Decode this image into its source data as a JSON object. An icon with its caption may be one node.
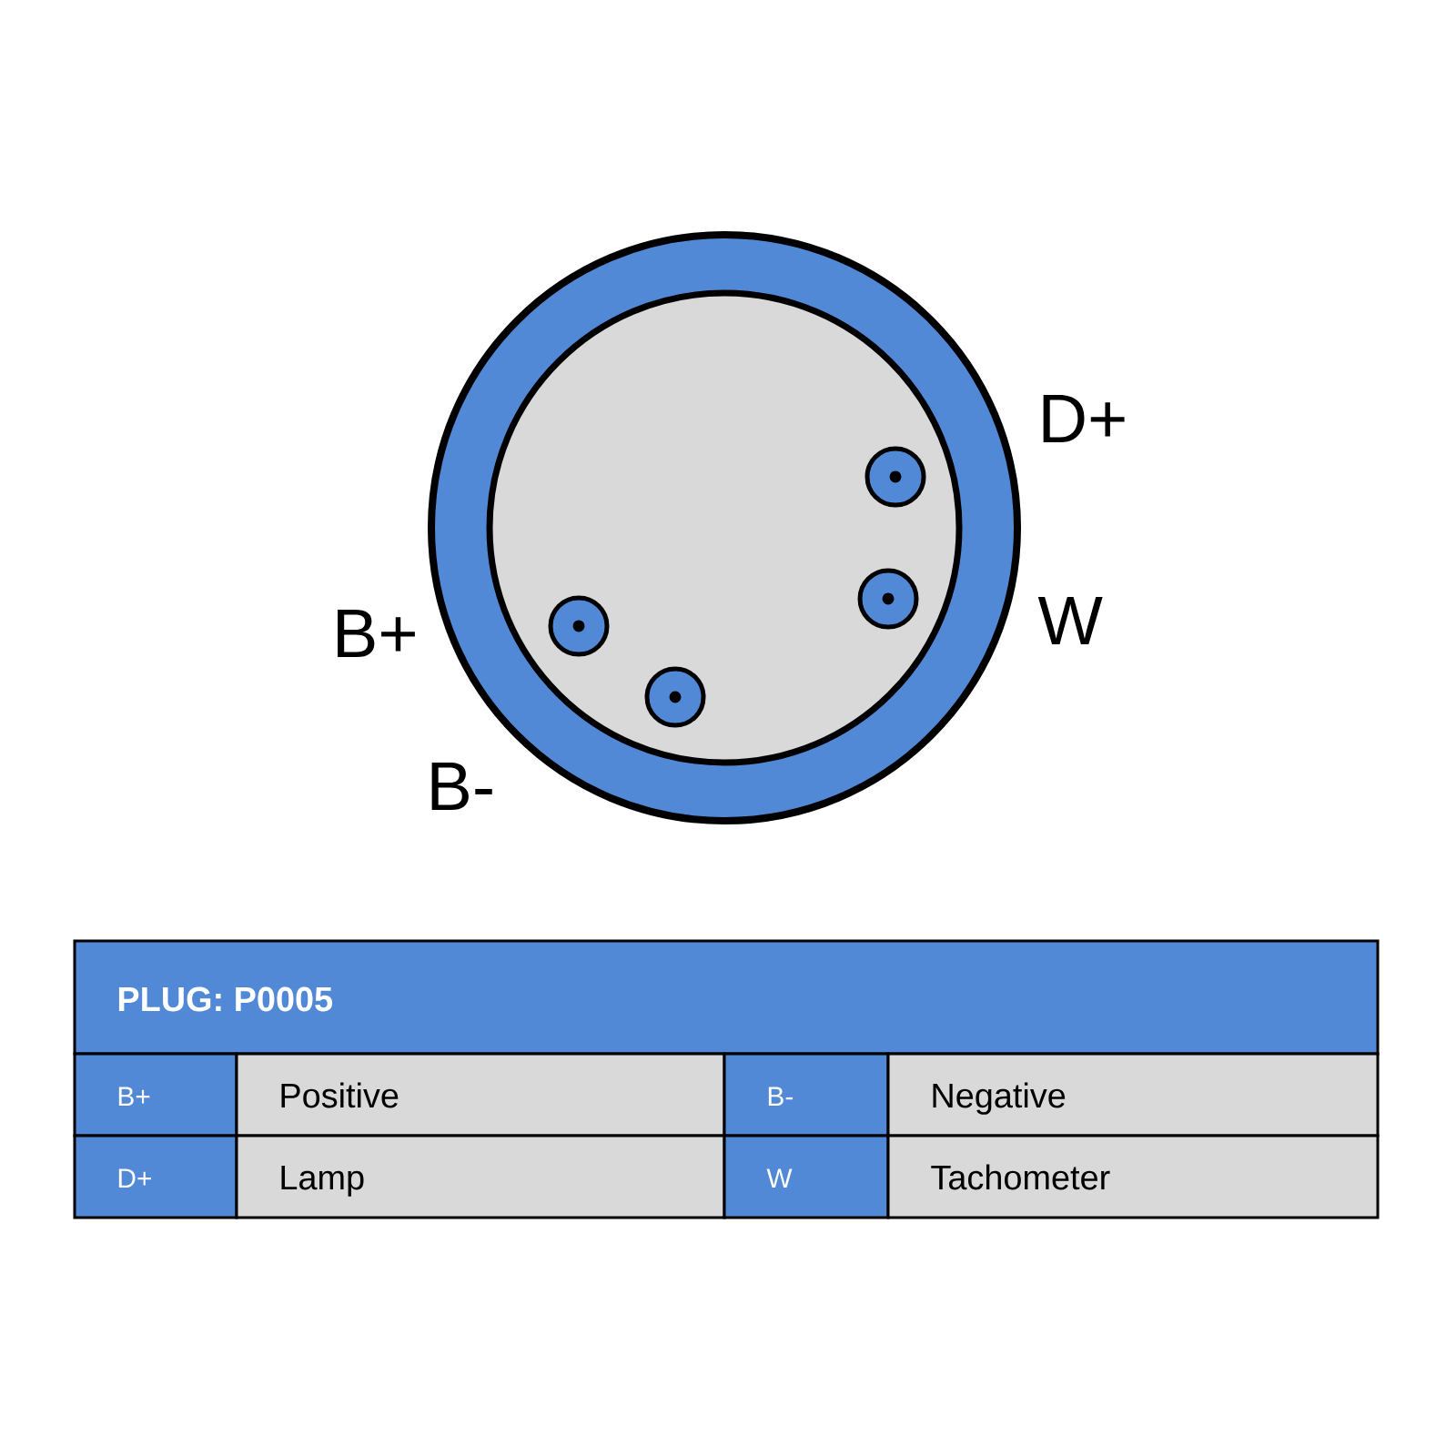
{
  "diagram": {
    "labels": [
      "D+",
      "B+",
      "W",
      "B-",
      "PLUG: P0005",
      "B+",
      "Positive",
      "B-",
      "Negative",
      "D+",
      "Lamp",
      "W",
      "Tachometer"
    ]
  }
}
